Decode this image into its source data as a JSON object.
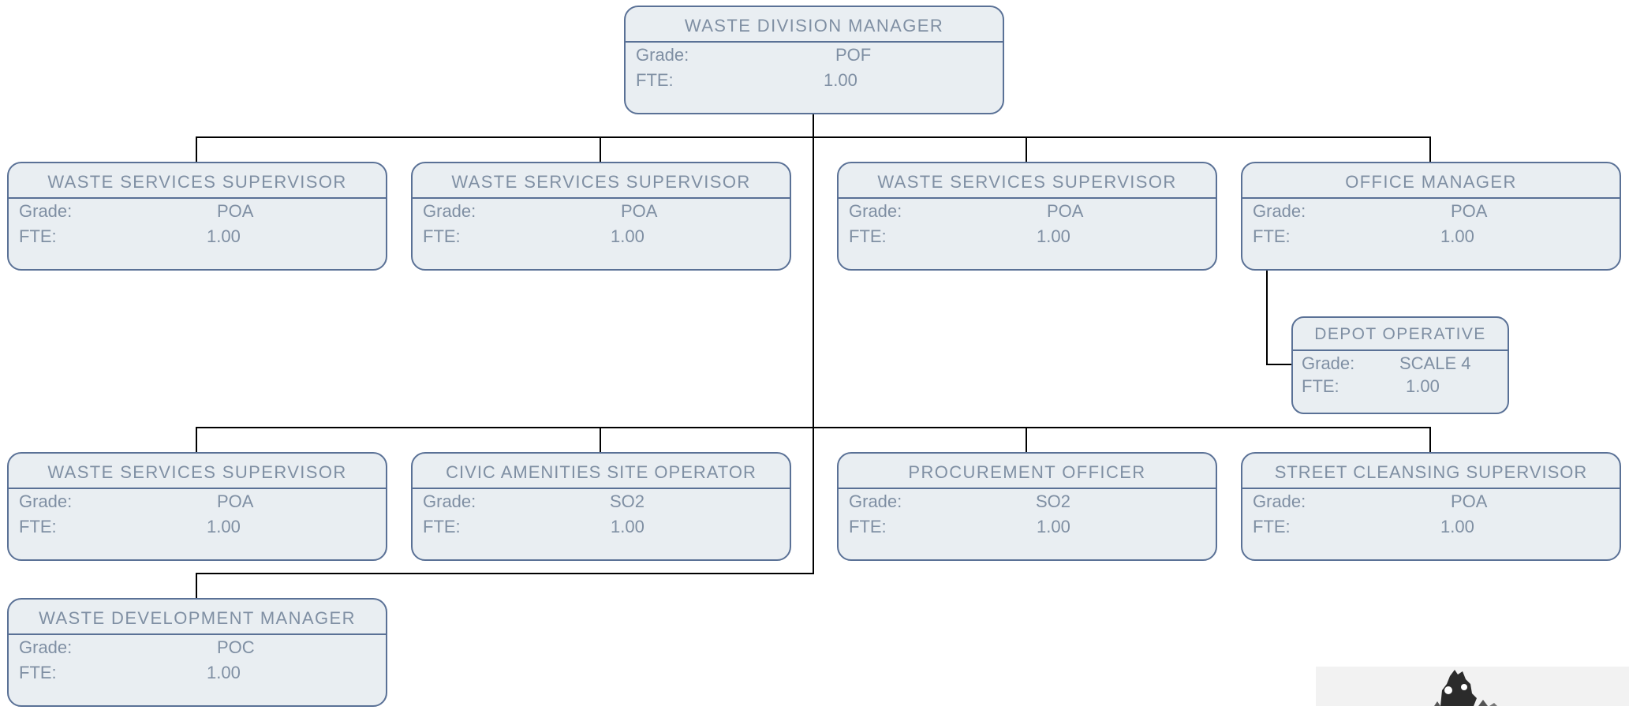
{
  "labels": {
    "grade": "Grade:",
    "fte": "FTE:"
  },
  "manager": {
    "title": "WASTE DIVISION MANAGER",
    "grade": "POF",
    "fte": "1.00"
  },
  "top_row": [
    {
      "title": "WASTE SERVICES SUPERVISOR",
      "grade": "POA",
      "fte": "1.00"
    },
    {
      "title": "WASTE SERVICES SUPERVISOR",
      "grade": "POA",
      "fte": "1.00"
    },
    {
      "title": "WASTE SERVICES SUPERVISOR",
      "grade": "POA",
      "fte": "1.00"
    },
    {
      "title": "OFFICE MANAGER",
      "grade": "POA",
      "fte": "1.00"
    }
  ],
  "depot": {
    "title": "DEPOT OPERATIVE",
    "grade": "SCALE 4",
    "fte": "1.00"
  },
  "bottom_row": [
    {
      "title": "WASTE SERVICES SUPERVISOR",
      "grade": "POA",
      "fte": "1.00"
    },
    {
      "title": "CIVIC AMENITIES SITE OPERATOR",
      "grade": "SO2",
      "fte": "1.00"
    },
    {
      "title": "PROCUREMENT OFFICER",
      "grade": "SO2",
      "fte": "1.00"
    },
    {
      "title": "STREET CLEANSING SUPERVISOR",
      "grade": "POA",
      "fte": "1.00"
    }
  ],
  "development": {
    "title": "WASTE DEVELOPMENT MANAGER",
    "grade": "POC",
    "fte": "1.00"
  }
}
